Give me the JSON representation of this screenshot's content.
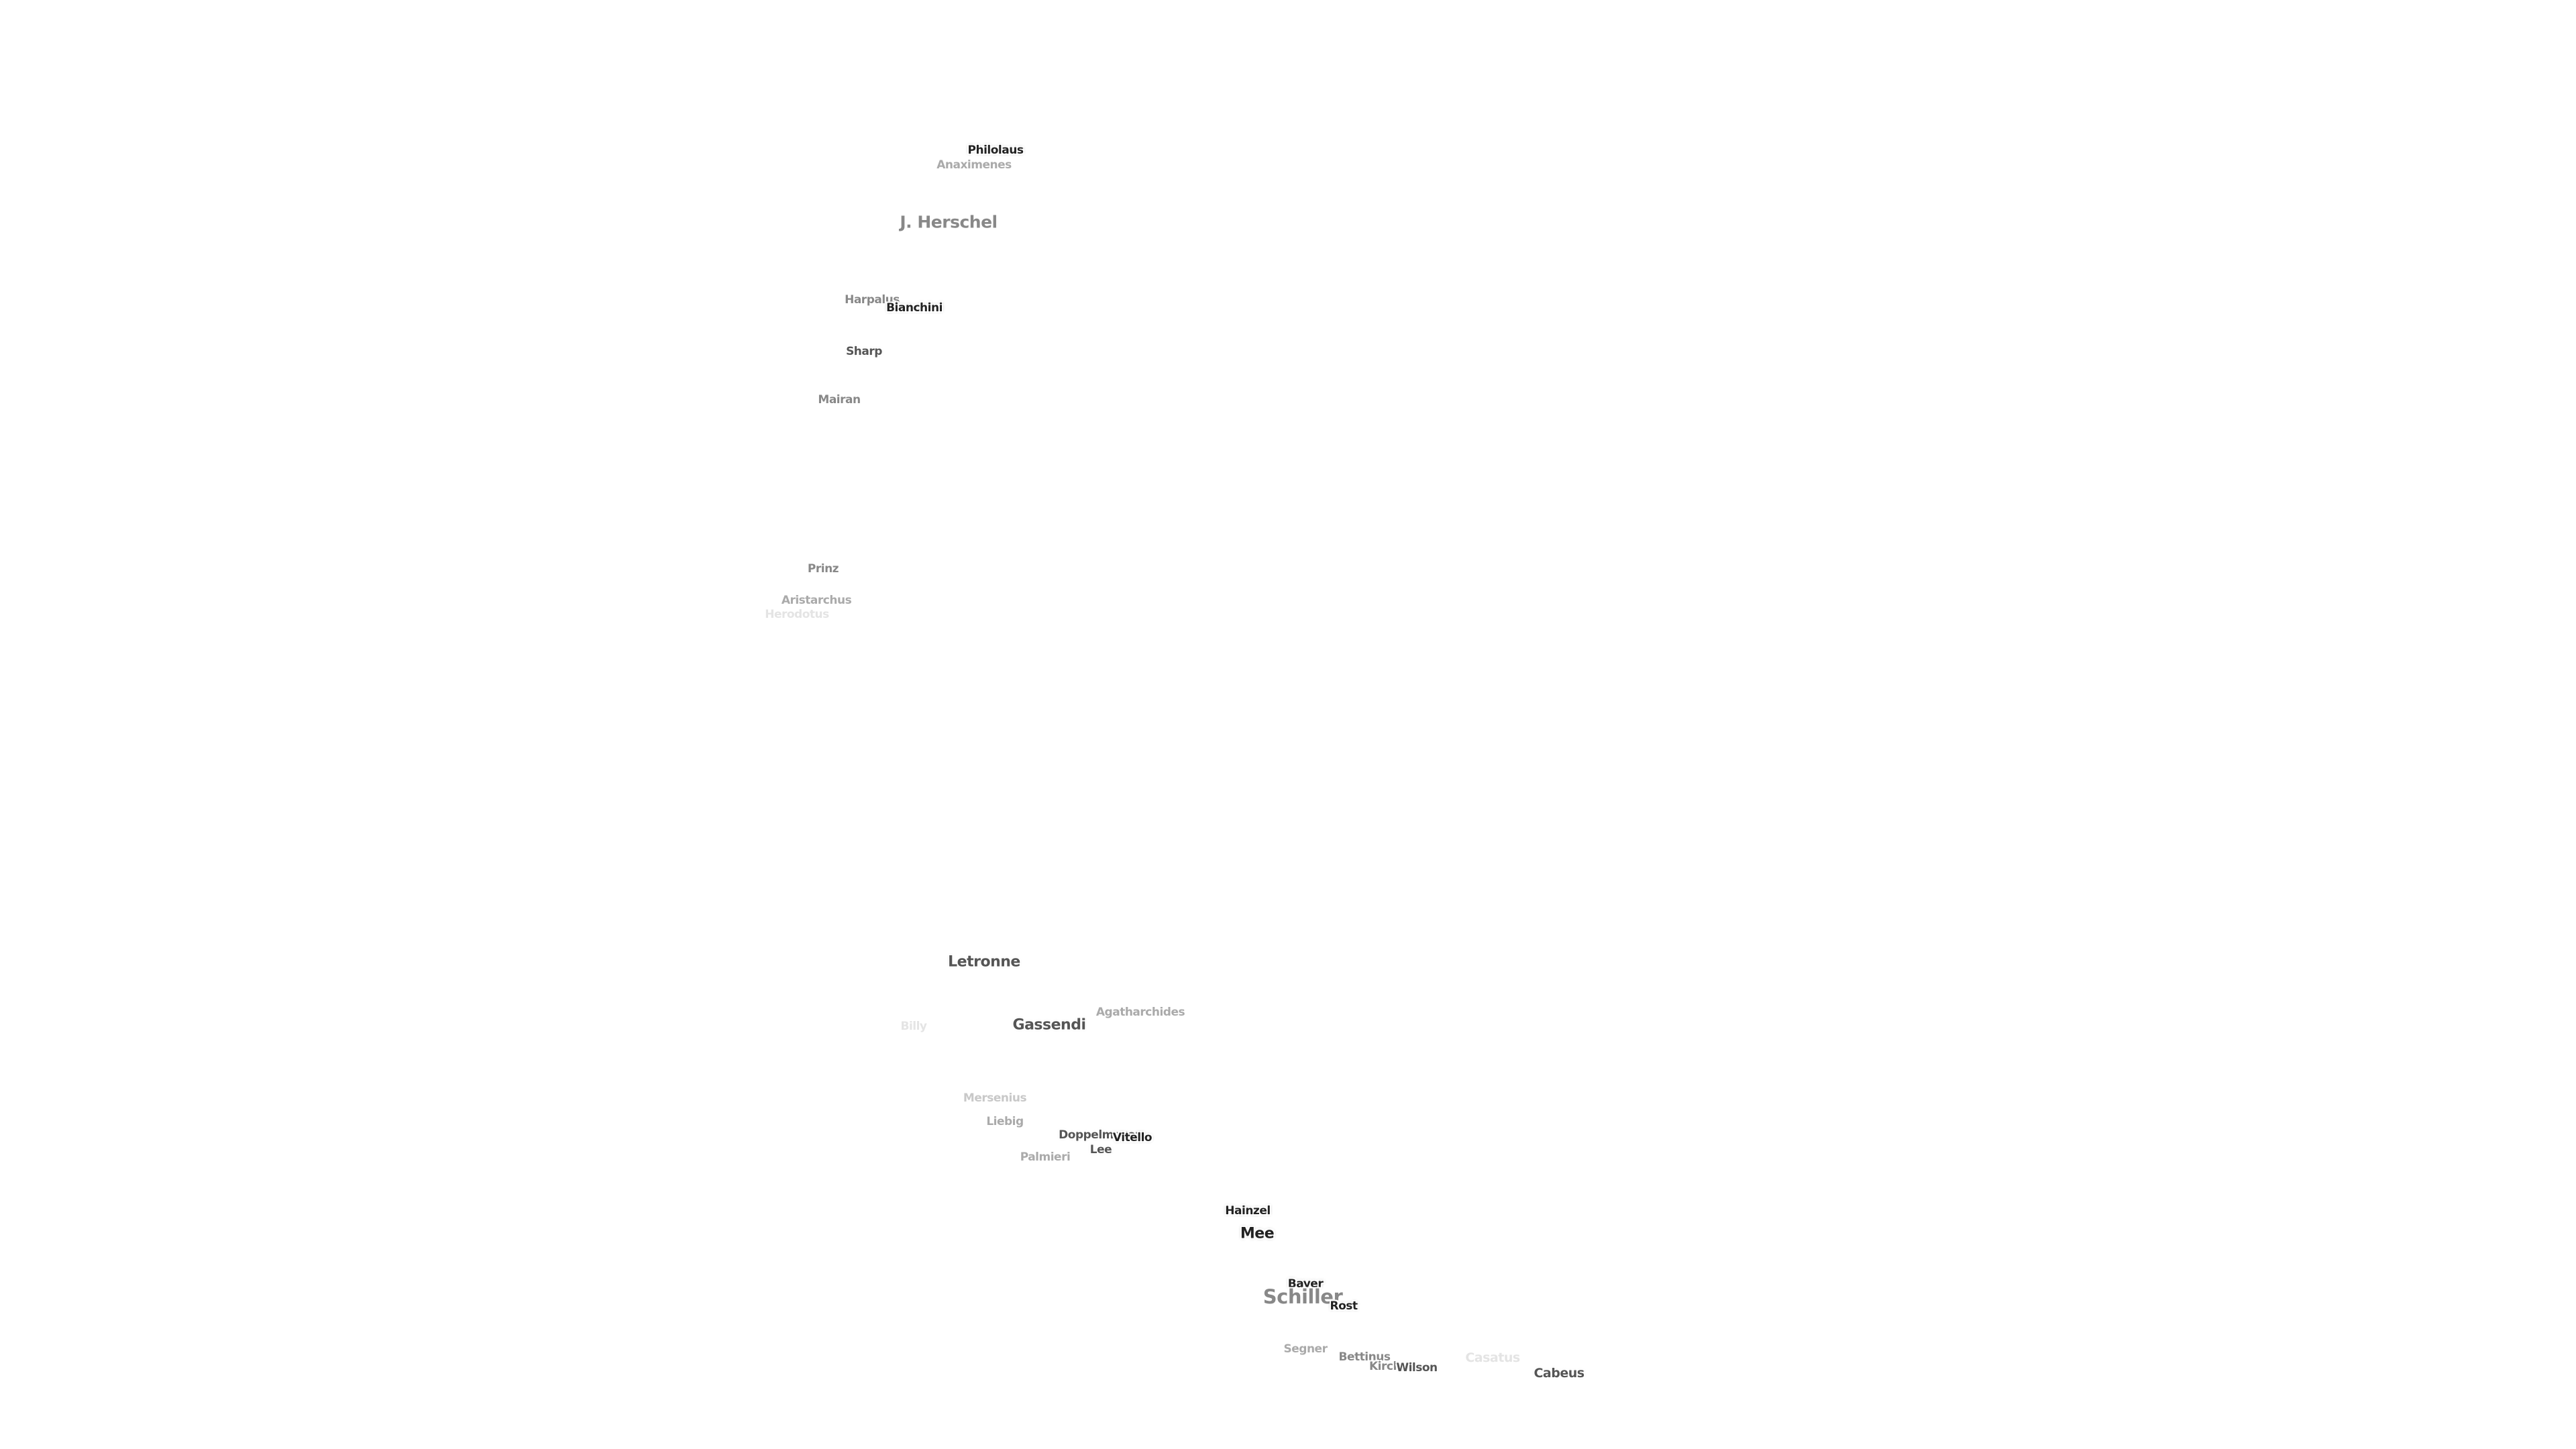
{
  "map": {
    "labels": {
      "philolaus": "Philolaus",
      "anaximenes": "Anaximenes",
      "j_herschel": "J. Herschel",
      "harpalus": "Harpalus",
      "bianchini": "Bianchini",
      "sharp": "Sharp",
      "mairan": "Mairan",
      "prinz": "Prinz",
      "aristarchus": "Aristarchus",
      "herodotus": "Herodotus",
      "letronne": "Letronne",
      "agatharchides": "Agatharchides",
      "gassendi": "Gassendi",
      "billy": "Billy",
      "mersenius": "Mersenius",
      "liebig": "Liebig",
      "doppelmayer": "Doppelmayer",
      "vitello": "Vitello",
      "lee": "Lee",
      "palmieri": "Palmieri",
      "hainzel": "Hainzel",
      "mee": "Mee",
      "bayer": "Bayer",
      "schiller": "Schiller",
      "rost": "Rost",
      "segner": "Segner",
      "bettinus": "Bettinus",
      "kircher": "Kircher",
      "wilson": "Wilson",
      "casatus": "Casatus",
      "cabeus": "Cabeus"
    }
  }
}
